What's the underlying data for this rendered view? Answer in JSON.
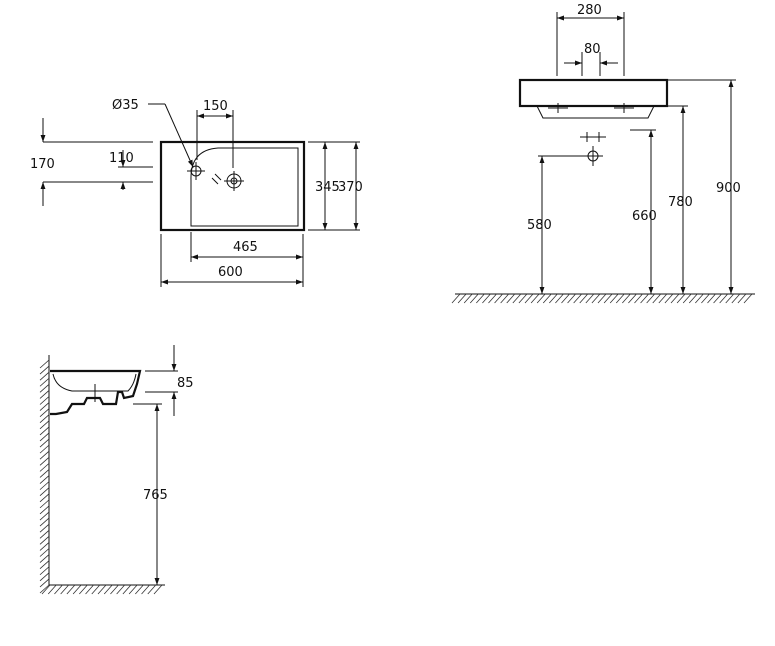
{
  "top_view": {
    "hole_diameter": "Ø35",
    "tap_offset": "150",
    "outer_offset": "170",
    "inner_offset": "110",
    "inner_depth": "345",
    "outer_depth": "370",
    "inner_width": "465",
    "outer_width": "600"
  },
  "front_view": {
    "outer_spacing": "280",
    "inner_spacing": "80",
    "drain_height": "580",
    "waste_height": "660",
    "bottom_height": "780",
    "top_height": "900"
  },
  "side_view": {
    "basin_height": "85",
    "mount_height": "765"
  }
}
